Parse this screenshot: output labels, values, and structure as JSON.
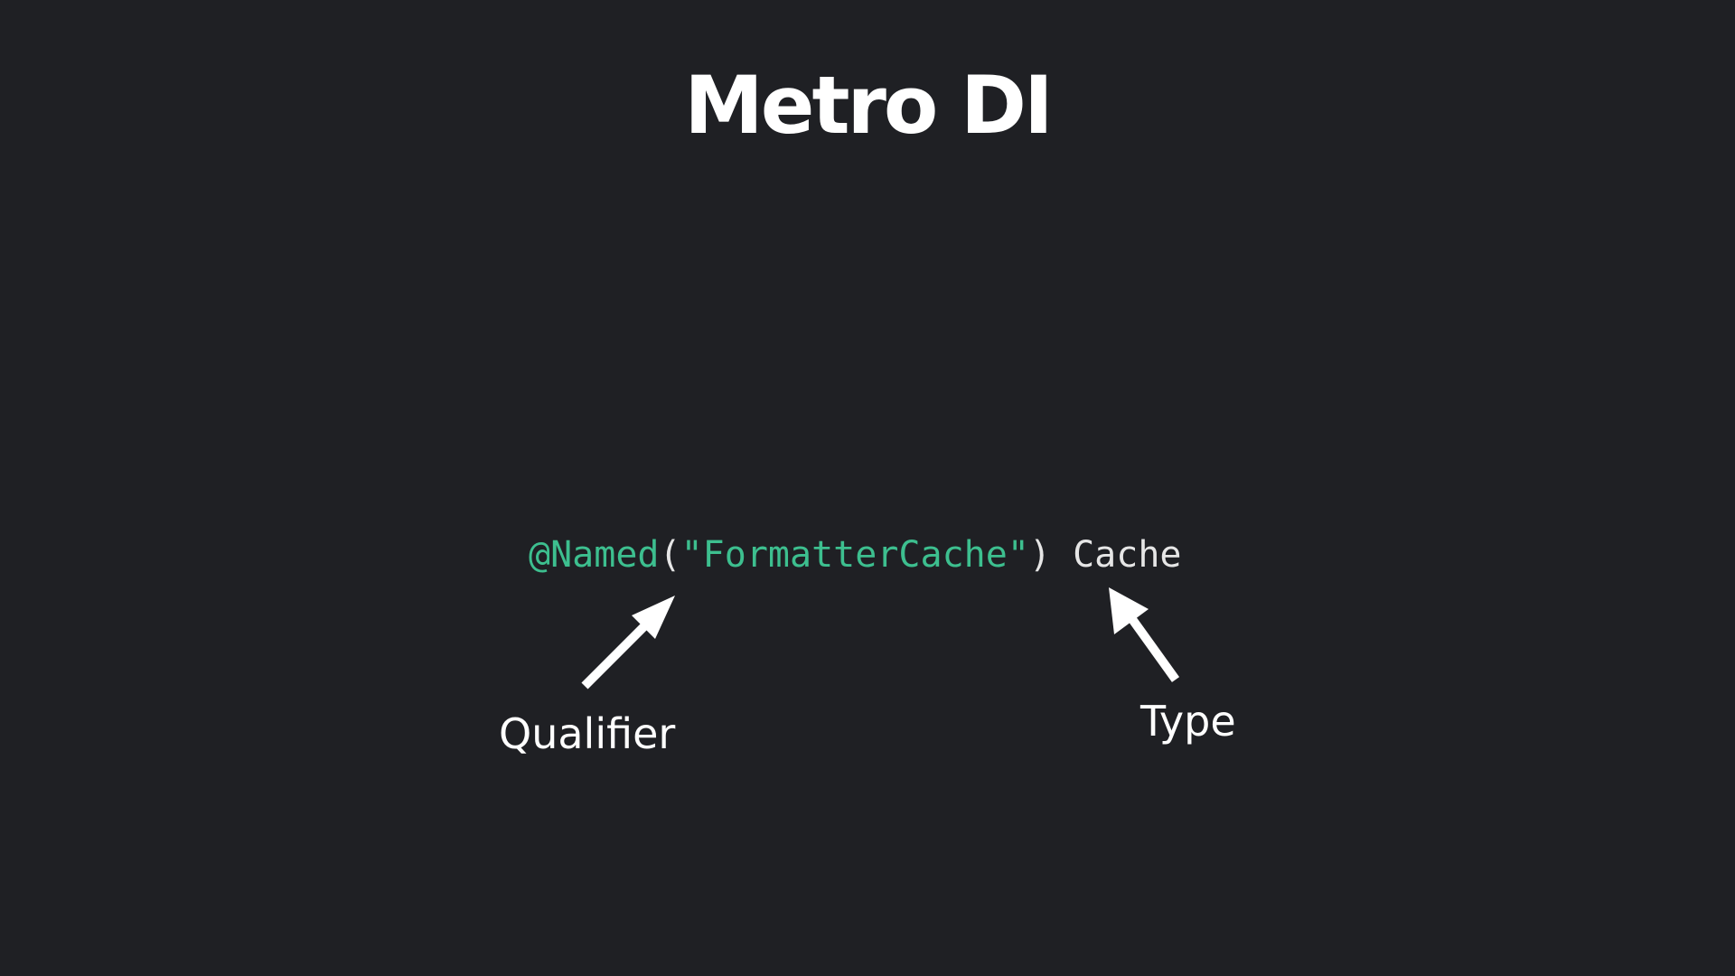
{
  "title": "Metro DI",
  "code": {
    "annotation": "@Named",
    "open_paren": "(",
    "string": "\"FormatterCache\"",
    "close_paren": ")",
    "space": " ",
    "type_name": "Cache"
  },
  "labels": {
    "qualifier": "Qualifier",
    "type": "Type"
  },
  "colors": {
    "background": "#1f2024",
    "text": "#ffffff",
    "accent": "#3dbf8f",
    "punctuation": "#e6e6e6"
  }
}
